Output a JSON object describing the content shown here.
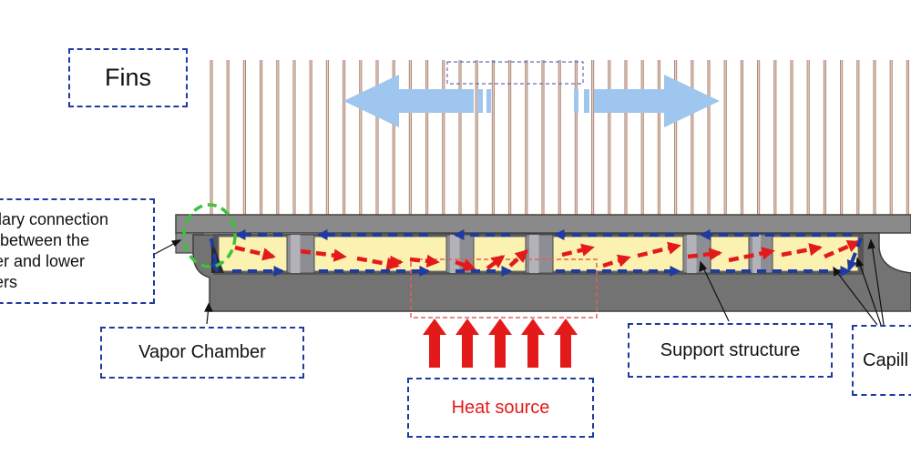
{
  "labels": {
    "fins": "Fins",
    "capillary_connection": [
      "llary connection",
      "between the",
      "er and lower",
      "ers"
    ],
    "vapor_chamber": "Vapor Chamber",
    "support_structure": "Support structure",
    "capillary": "Capill",
    "heat_source": "Heat source"
  },
  "colors": {
    "label_border": "#1f3aa0",
    "heat": "#e41a1a",
    "vapor_flow": "#e41a1a",
    "liquid_flow": "#1f3aa0",
    "fins": "#b08a78",
    "wick": "#fbf1b0",
    "chamber_wall": "#737373",
    "spreading_arrow": "#9fc6ee",
    "capillary_ring": "#3cc23c"
  },
  "icons": {
    "heat_arrow": "arrow-up-icon",
    "spreading_arrow": "double-arrow-icon"
  }
}
